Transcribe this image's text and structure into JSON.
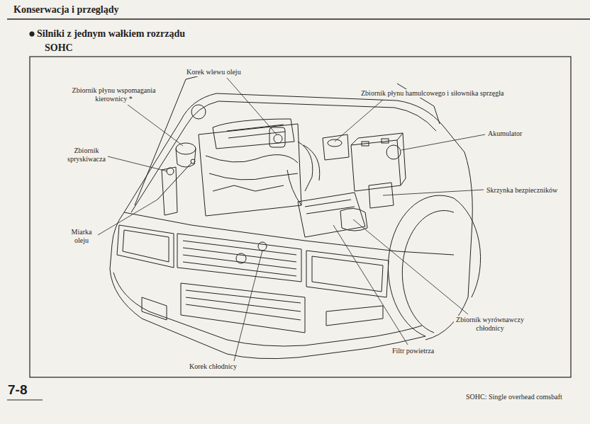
{
  "diagram": {
    "title": "Silniki z jednym wałkiem rozrządu",
    "labels": [
      "Konserwacja i przeglądy",
      "SOHC",
      "Korek wlewu oleju",
      "Zbiornik płynu hamulcowego i siłownika sprzęgła",
      "Zbiornik płynu wspomagania kierownicy *",
      "Akumulator",
      "Zbiornik spryskiwacza",
      "Skrzynka bezpieczników",
      "Miarka oleju",
      "Zbiornik wyrównawczy chłodnicy",
      "Filtr powietrza",
      "Korek chłodnicy",
      "7-8",
      "SOHC: Single overhead comsbaft"
    ]
  }
}
